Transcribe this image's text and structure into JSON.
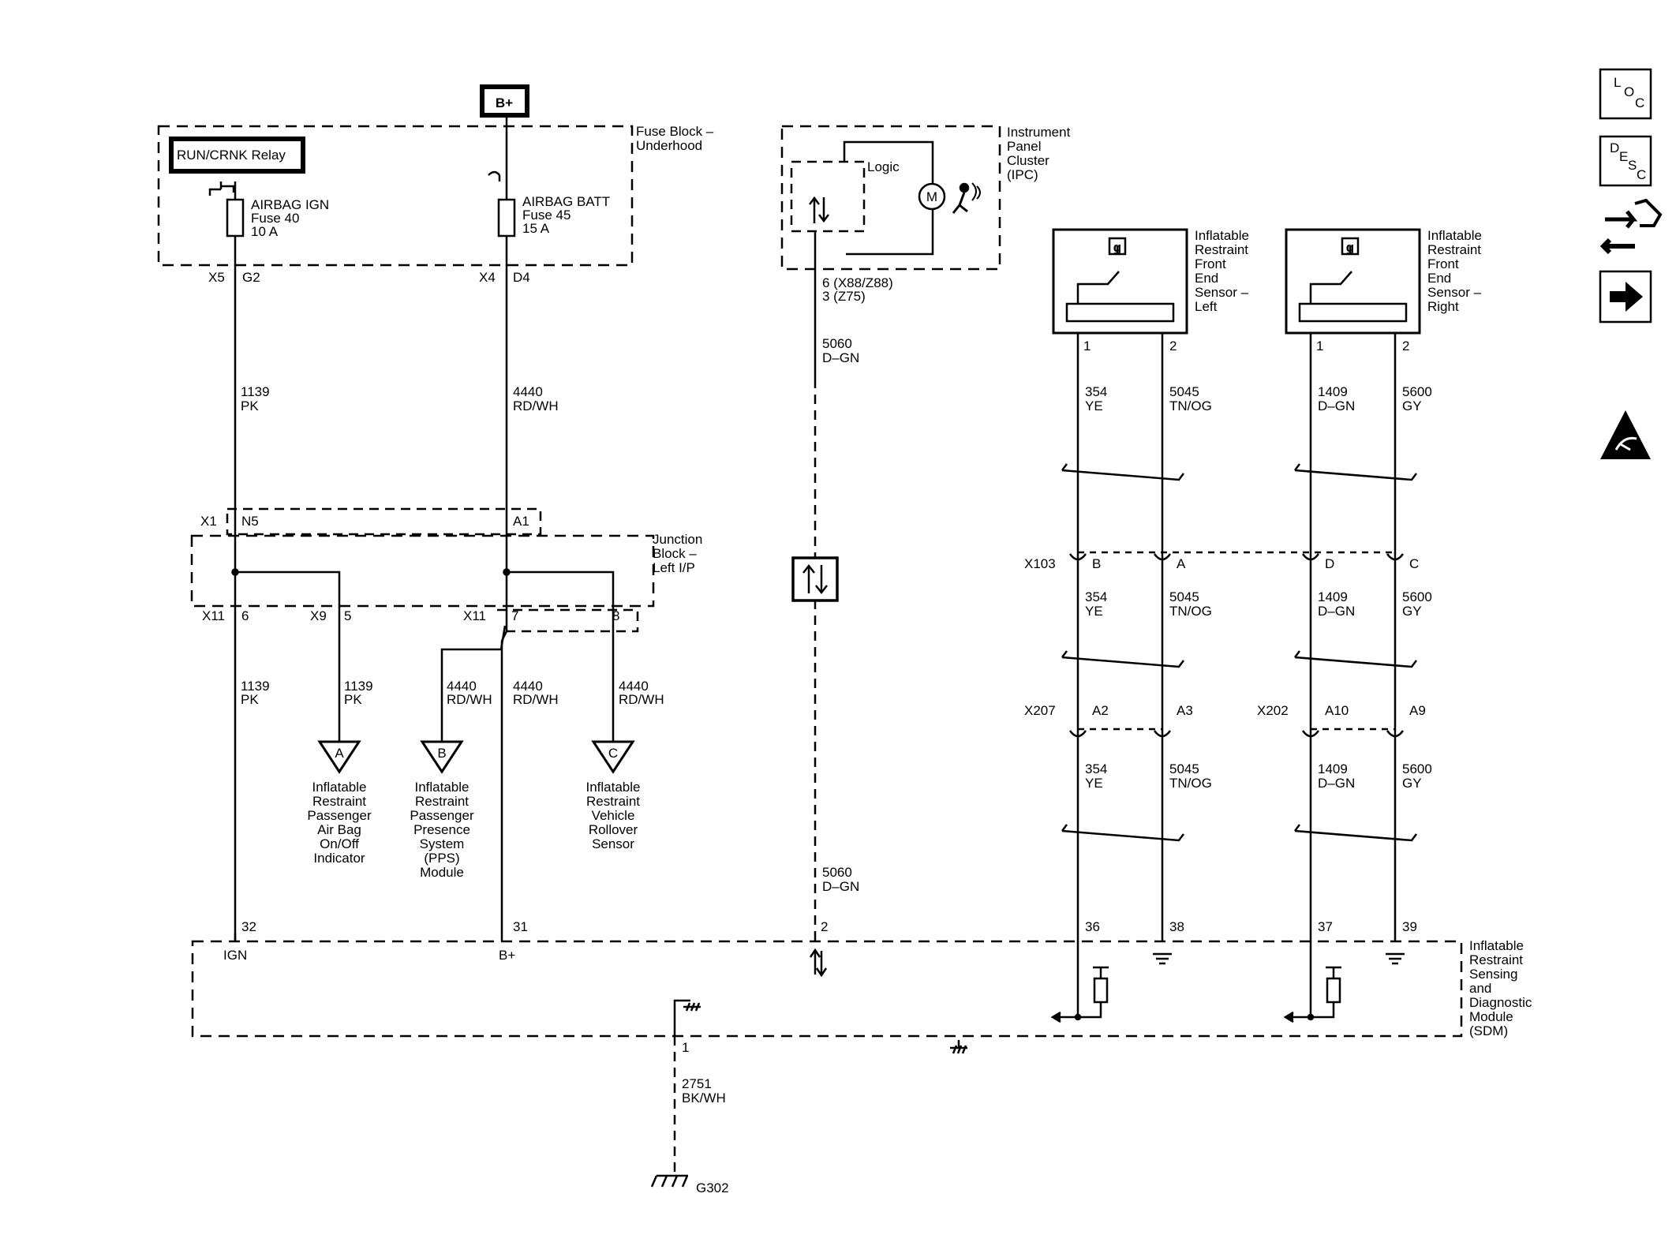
{
  "power": {
    "bplus": "B+"
  },
  "fuse_block": {
    "name": [
      "Fuse Block –",
      "Underhood"
    ],
    "relay": "RUN/CRNK Relay",
    "fuse40": [
      "AIRBAG IGN",
      "Fuse 40",
      "10 A"
    ],
    "fuse45": [
      "AIRBAG BATT",
      "Fuse 45",
      "15 A"
    ],
    "conn_x5": "X5",
    "pin_g2": "G2",
    "conn_x4": "X4",
    "pin_d4": "D4"
  },
  "wires": {
    "w1139": [
      "1139",
      "PK"
    ],
    "w4440": [
      "4440",
      "RD/WH"
    ],
    "w5060": [
      "5060",
      "D–GN"
    ],
    "w2751": [
      "2751",
      "BK/WH"
    ],
    "w354": [
      "354",
      "YE"
    ],
    "w5045": [
      "5045",
      "TN/OG"
    ],
    "w1409": [
      "1409",
      "D–GN"
    ],
    "w5600": [
      "5600",
      "GY"
    ]
  },
  "junction_block": {
    "name": [
      "Junction",
      "Block –",
      "Left I/P"
    ],
    "x1": "X1",
    "n5": "N5",
    "a1": "A1",
    "x11a": "X11",
    "p6": "6",
    "x9": "X9",
    "p5": "5",
    "x11b": "X11",
    "p7": "7",
    "p8": "8"
  },
  "offpage": {
    "a": {
      "letter": "A",
      "text": [
        "Inflatable",
        "Restraint",
        "Passenger",
        "Air Bag",
        "On/Off",
        "Indicator"
      ]
    },
    "b": {
      "letter": "B",
      "text": [
        "Inflatable",
        "Restraint",
        "Passenger",
        "Presence",
        "System",
        "(PPS)",
        "Module"
      ]
    },
    "c": {
      "letter": "C",
      "text": [
        "Inflatable",
        "Restraint",
        "Vehicle",
        "Rollover",
        "Sensor"
      ]
    }
  },
  "ipc": {
    "name": [
      "Instrument",
      "Panel",
      "Cluster",
      "(IPC)"
    ],
    "logic": "Logic",
    "motor": "M",
    "pins": [
      "6 (X88/Z88)",
      "3 (Z75)"
    ]
  },
  "sensor_left": {
    "name": [
      "Inflatable",
      "Restraint",
      "Front",
      "End",
      "Sensor –",
      "Left"
    ],
    "p1": "1",
    "p2": "2",
    "g": "g"
  },
  "sensor_right": {
    "name": [
      "Inflatable",
      "Restraint",
      "Front",
      "End",
      "Sensor –",
      "Right"
    ],
    "p1": "1",
    "p2": "2",
    "g": "g"
  },
  "connectors": {
    "x103": "X103",
    "x103_b": "B",
    "x103_a": "A",
    "x103_d": "D",
    "x103_c": "C",
    "x207": "X207",
    "x207_a2": "A2",
    "x207_a3": "A3",
    "x202": "X202",
    "x202_a10": "A10",
    "x202_a9": "A9"
  },
  "sdm": {
    "name": [
      "Inflatable",
      "Restraint",
      "Sensing",
      "and",
      "Diagnostic",
      "Module",
      "(SDM)"
    ],
    "pins": {
      "p32": "32",
      "p31": "31",
      "p2": "2",
      "p36": "36",
      "p38": "38",
      "p37": "37",
      "p39": "39",
      "p1": "1"
    },
    "ign": "IGN",
    "bplus": "B+"
  },
  "ground": "G302",
  "nav": {
    "loc": [
      "L",
      "O",
      "C"
    ],
    "desc": [
      "D",
      "E",
      "S",
      "C"
    ]
  }
}
